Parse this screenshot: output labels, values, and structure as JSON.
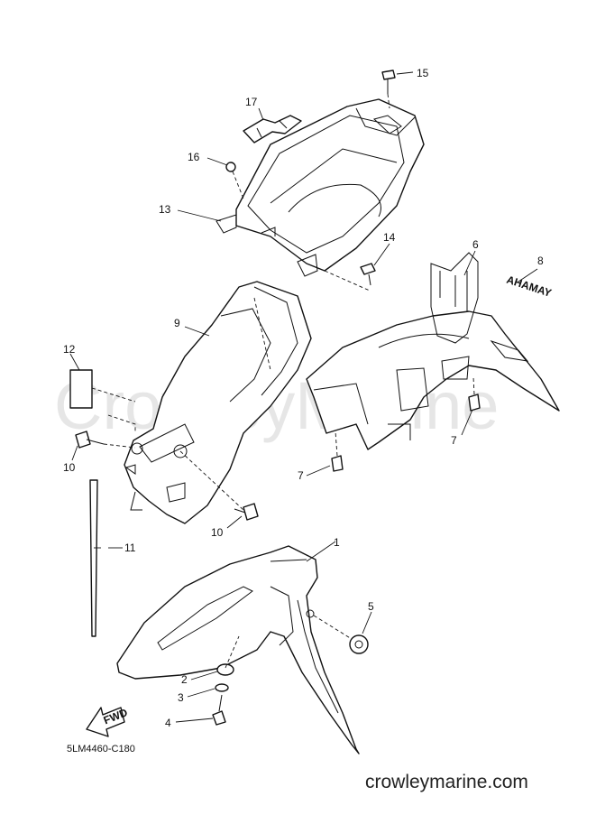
{
  "watermark": "CrowleyMarine",
  "parts": {
    "p1": "1",
    "p2": "2",
    "p3": "3",
    "p4": "4",
    "p5": "5",
    "p6": "6",
    "p7a": "7",
    "p7b": "7",
    "p8": "8",
    "p9": "9",
    "p10a": "10",
    "p10b": "10",
    "p11": "11",
    "p12": "12",
    "p13": "13",
    "p14": "14",
    "p15": "15",
    "p16": "16",
    "p17": "17"
  },
  "decal_text": "AHAMAY",
  "fwd_label": "FWD",
  "diagram_code": "5LM4460-C180",
  "website": "crowleymarine.com"
}
